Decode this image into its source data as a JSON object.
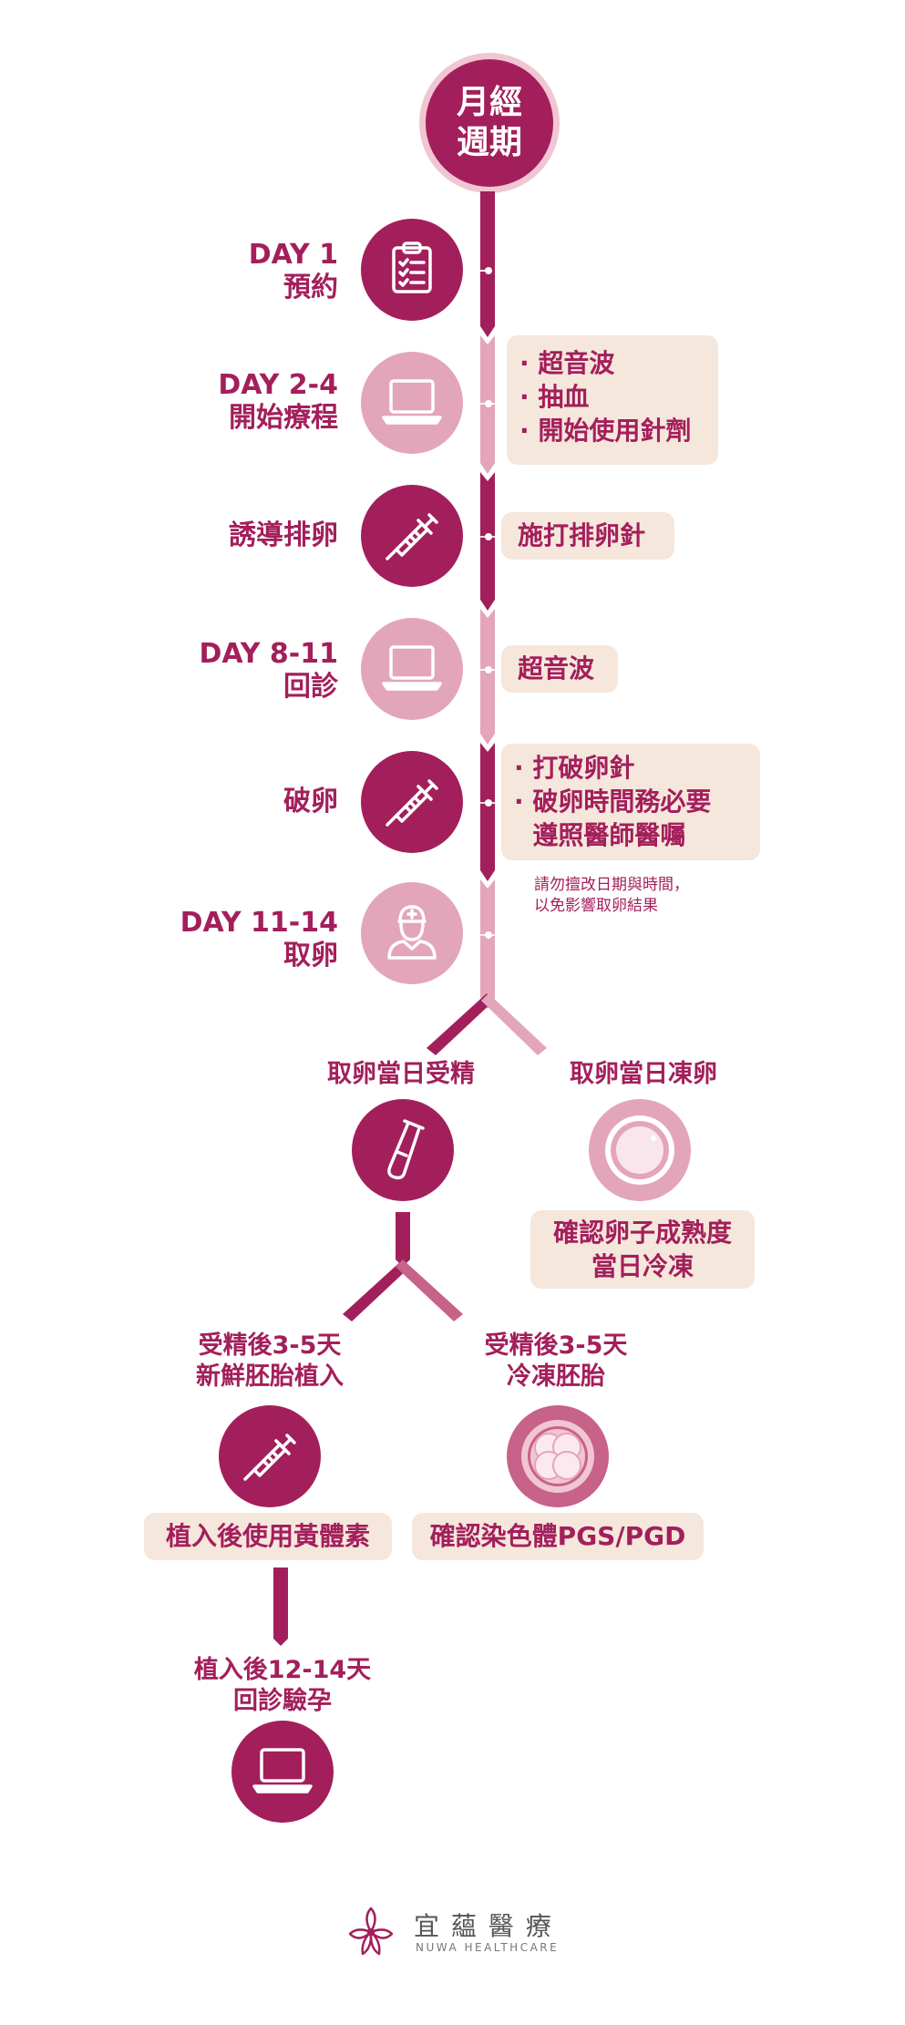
{
  "title": {
    "line1": "月經",
    "line2": "週期"
  },
  "steps": [
    {
      "line1": "DAY 1",
      "line2": "預約",
      "icon": "clipboard-icon"
    },
    {
      "line1": "DAY 2-4",
      "line2": "開始療程",
      "icon": "laptop-icon"
    },
    {
      "line1": "誘導排卵",
      "icon": "syringe-icon"
    },
    {
      "line1": "DAY 8-11",
      "line2": "回診",
      "icon": "laptop-icon"
    },
    {
      "line1": "破卵",
      "icon": "syringe-icon"
    },
    {
      "line1": "DAY 11-14",
      "line2": "取卵",
      "icon": "doctor-icon"
    }
  ],
  "boxes": {
    "day2_4": {
      "items": [
        "超音波",
        "抽血",
        "開始使用針劑"
      ]
    },
    "induce": {
      "text": "施打排卵針"
    },
    "day8_11": {
      "text": "超音波"
    },
    "trigger": {
      "items": [
        "打破卵針",
        "破卵時間務必要",
        "遵照醫師醫囑"
      ]
    }
  },
  "note": {
    "line1": "請勿擅改日期與時間，",
    "line2": "以免影響取卵結果"
  },
  "branch1": {
    "left": {
      "label": "取卵當日受精",
      "icon": "test-tube-icon"
    },
    "right": {
      "label": "取卵當日凍卵",
      "icon": "egg-cell-icon",
      "box_line1": "確認卵子成熟度",
      "box_line2": "當日冷凍"
    }
  },
  "branch2": {
    "left": {
      "line1": "受精後3-5天",
      "line2": "新鮮胚胎植入",
      "icon": "syringe-icon",
      "box": "植入後使用黃體素"
    },
    "right": {
      "line1": "受精後3-5天",
      "line2": "冷凍胚胎",
      "icon": "embryo-icon",
      "box": "確認染色體PGS/PGD"
    }
  },
  "final": {
    "line1": "植入後12-14天",
    "line2": "回診驗孕",
    "icon": "laptop-icon"
  },
  "logo": {
    "zh": "宜 蘊 醫 療",
    "en": "NUWA HEALTHCARE"
  },
  "colors": {
    "primary": "#a31f5b",
    "light": "#e3a5ba",
    "box": "#f5e7dc"
  }
}
